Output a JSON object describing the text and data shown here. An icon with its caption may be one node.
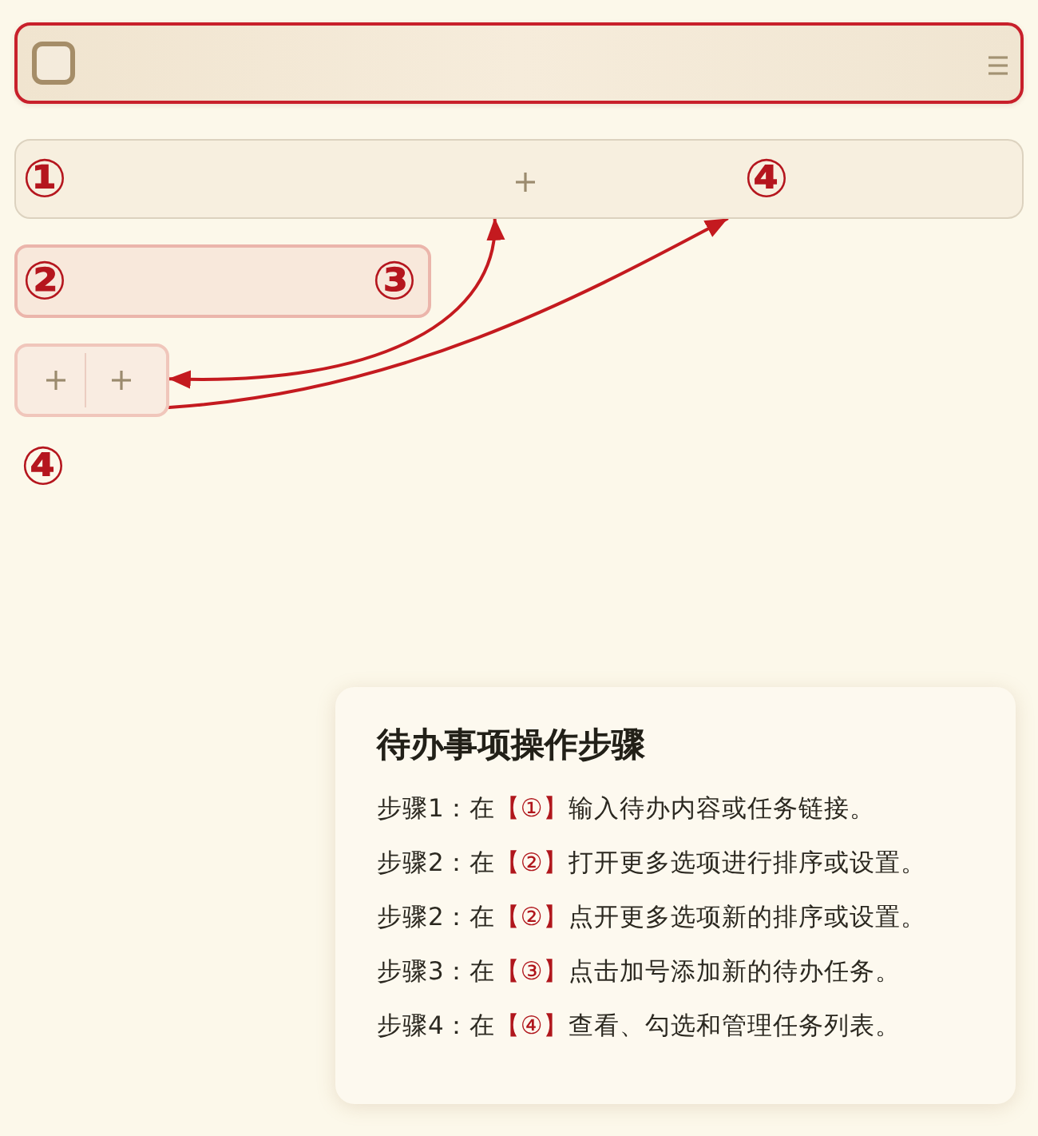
{
  "diagram": {
    "nodes": [
      {
        "text": [],
        "shape": "box"
      },
      {
        "text": [
          "①",
          "④"
        ]
      },
      {
        "text": [
          "②",
          "③"
        ]
      },
      {
        "text": [],
        "shape": "box",
        "beside": [
          "④"
        ]
      },
      {
        "text": [
          "待办事项操作步骤",
          "步骤1：在【①】输入待办内容或任务链接。",
          "步骤2：在【②】打开更多选项进行排序或设置。",
          "步骤2：在【②】点开更多选项新的排序或设置。",
          "步骤3：在【③】点击加号添加新的待办任务。",
          "步骤4：在【④】查看、勾选和管理任务列表。"
        ]
      }
    ],
    "edges": [
      {
        "from": 3,
        "to": 1,
        "arrow": "both"
      },
      {
        "from": 3,
        "to": 1,
        "arrow": "to"
      }
    ]
  }
}
